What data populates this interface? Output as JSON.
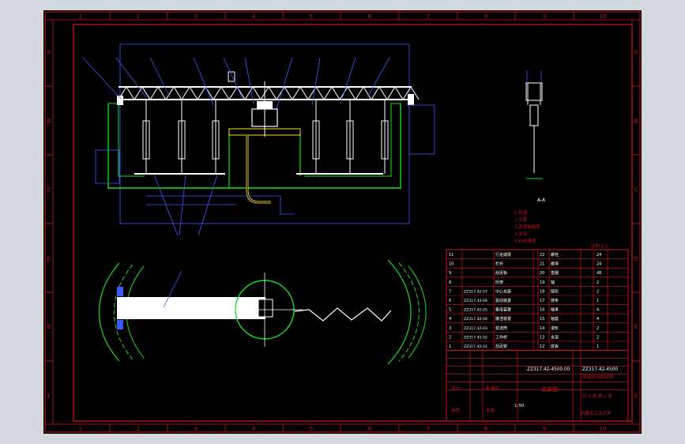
{
  "viewport": {
    "background": "#000000",
    "frame_color": "#d01818"
  },
  "border": {
    "columns_top": [
      "1",
      "2",
      "3",
      "4",
      "5",
      "6",
      "7",
      "8",
      "9",
      "10"
    ],
    "columns_bottom": [
      "1",
      "2",
      "3",
      "4",
      "5",
      "6",
      "7",
      "8",
      "9",
      "10"
    ],
    "rows_left": [
      "A",
      "B",
      "C",
      "D",
      "E",
      "F"
    ],
    "rows_right": [
      "A",
      "B",
      "C",
      "D",
      "E",
      "F"
    ]
  },
  "labels": {
    "section_tag": "A-A",
    "scale_note": "比例 1:1"
  },
  "tech_notes": [
    "1.转速",
    "2.功率",
    "3.刮泥板厚度",
    "4.池深",
    "5.行走速度"
  ],
  "parts_list": {
    "left": [
      {
        "no": "11",
        "code": "",
        "name": "行走端梁"
      },
      {
        "no": "10",
        "code": "",
        "name": "栏杆"
      },
      {
        "no": "9",
        "code": "",
        "name": "刮泥板"
      },
      {
        "no": "8",
        "code": "",
        "name": "桁架"
      },
      {
        "no": "7",
        "code": "ZZ317.42-07",
        "name": "中心支座"
      },
      {
        "no": "6",
        "code": "ZZ317.42-06",
        "name": "驱动装置"
      },
      {
        "no": "5",
        "code": "ZZ317.42-05",
        "name": "集电装置"
      },
      {
        "no": "4",
        "code": "ZZ317.42-04",
        "name": "撇渣装置"
      },
      {
        "no": "3",
        "code": "ZZ317.42-03",
        "name": "稳流筒"
      },
      {
        "no": "2",
        "code": "ZZ317.42-02",
        "name": "工作桥"
      },
      {
        "no": "1",
        "code": "ZZ317.42-01",
        "name": "刮泥架"
      }
    ],
    "right": [
      {
        "no": "22",
        "name": "螺栓",
        "qty": "24"
      },
      {
        "no": "21",
        "name": "螺母",
        "qty": "24"
      },
      {
        "no": "20",
        "name": "垫圈",
        "qty": "48"
      },
      {
        "no": "19",
        "name": "轴",
        "qty": "2"
      },
      {
        "no": "18",
        "name": "链轮",
        "qty": "2"
      },
      {
        "no": "17",
        "name": "链条",
        "qty": "1"
      },
      {
        "no": "16",
        "name": "轴承",
        "qty": "4"
      },
      {
        "no": "15",
        "name": "轴套",
        "qty": "4"
      },
      {
        "no": "14",
        "name": "滚轮",
        "qty": "2"
      },
      {
        "no": "13",
        "name": "支架",
        "qty": "2"
      },
      {
        "no": "12",
        "name": "底板",
        "qty": "1"
      }
    ]
  },
  "title_block": {
    "drawing_code": "ZZ317.42-4500.00",
    "drawing_code_small": "ZZ317.42-4500",
    "drawing_name": "总装图",
    "product_name": "周边传动刮泥机",
    "company": "内蒙古工业大学",
    "designer": "设计",
    "checker": "审核",
    "standard": "标准化",
    "approved": "批准",
    "sheet": "共 1 张 第 1 张",
    "scale": "1:50"
  }
}
